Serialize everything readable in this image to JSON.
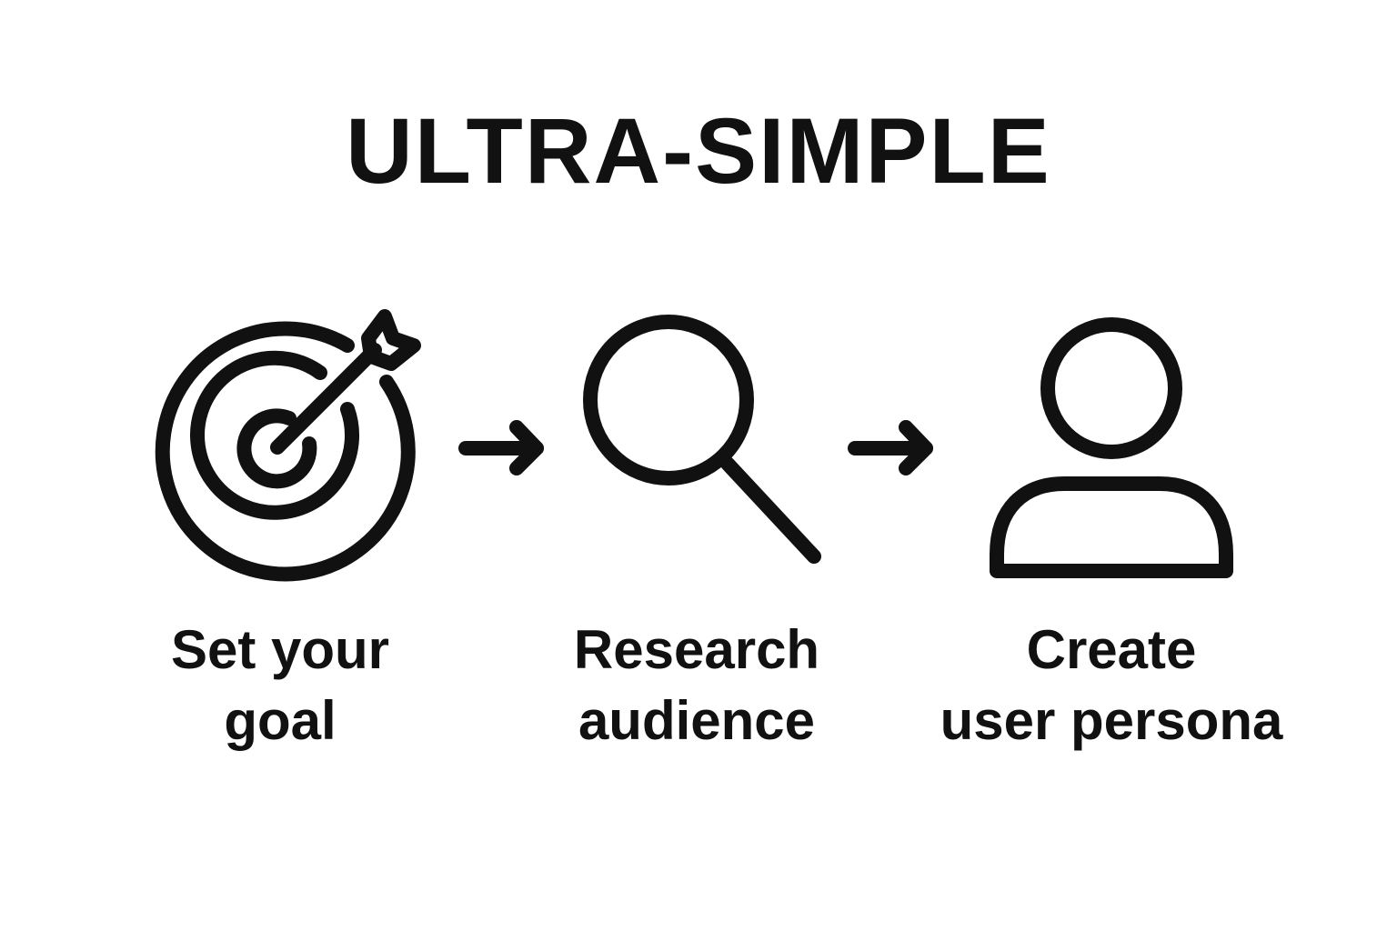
{
  "title": "ULTRA-SIMPLE",
  "steps": [
    {
      "line1": "Set your",
      "line2": "goal",
      "icon": "target-icon"
    },
    {
      "line1": "Research",
      "line2": "audience",
      "icon": "magnifier-icon"
    },
    {
      "line1": "Create",
      "line2": "user persona",
      "icon": "user-icon"
    }
  ],
  "colors": {
    "ink": "#111111",
    "background": "#ffffff"
  }
}
